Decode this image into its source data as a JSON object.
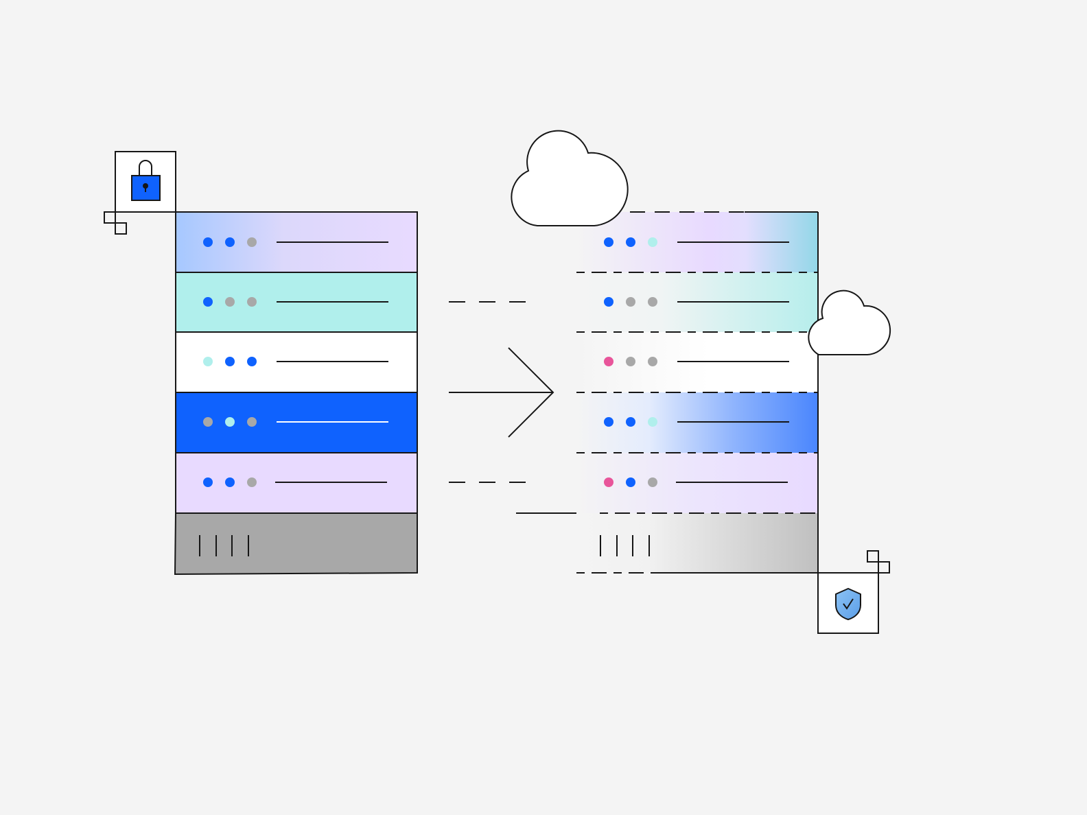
{
  "colors": {
    "background": "#f4f4f4",
    "ink": "#161616",
    "blue": "#0f62fe",
    "teal": "#b0efec",
    "lavender": "#e8daff",
    "light_blue": "#a6c8ff",
    "gray": "#a8a8a8",
    "pink": "#e8559a",
    "white": "#ffffff",
    "shield": "#6eb0ec"
  },
  "icons": [
    "lock-icon",
    "cloud-icon",
    "shield-check-icon"
  ],
  "left_server": {
    "rows": [
      {
        "fill": "gradient-blue-lavender",
        "dots": [
          "blue",
          "blue",
          "gray"
        ]
      },
      {
        "fill": "teal",
        "dots": [
          "blue",
          "gray",
          "gray"
        ]
      },
      {
        "fill": "white",
        "dots": [
          "teal",
          "blue",
          "blue"
        ]
      },
      {
        "fill": "blue",
        "dots": [
          "gray",
          "teal",
          "gray"
        ]
      },
      {
        "fill": "lavender",
        "dots": [
          "blue",
          "blue",
          "gray"
        ]
      }
    ],
    "base_fill": "gray",
    "vent_count": 4
  },
  "right_server": {
    "rows": [
      {
        "fill": "fade-lavender-to-cyan",
        "dots": [
          "blue",
          "blue",
          "teal"
        ]
      },
      {
        "fill": "fade-teal",
        "dots": [
          "blue",
          "gray",
          "gray"
        ]
      },
      {
        "fill": "fade-white",
        "dots": [
          "pink",
          "gray",
          "gray"
        ]
      },
      {
        "fill": "fade-blue",
        "dots": [
          "blue",
          "blue",
          "teal"
        ]
      },
      {
        "fill": "fade-lavender",
        "dots": [
          "pink",
          "blue",
          "gray"
        ]
      }
    ],
    "base_fill": "fade-gray",
    "vent_count": 4
  }
}
